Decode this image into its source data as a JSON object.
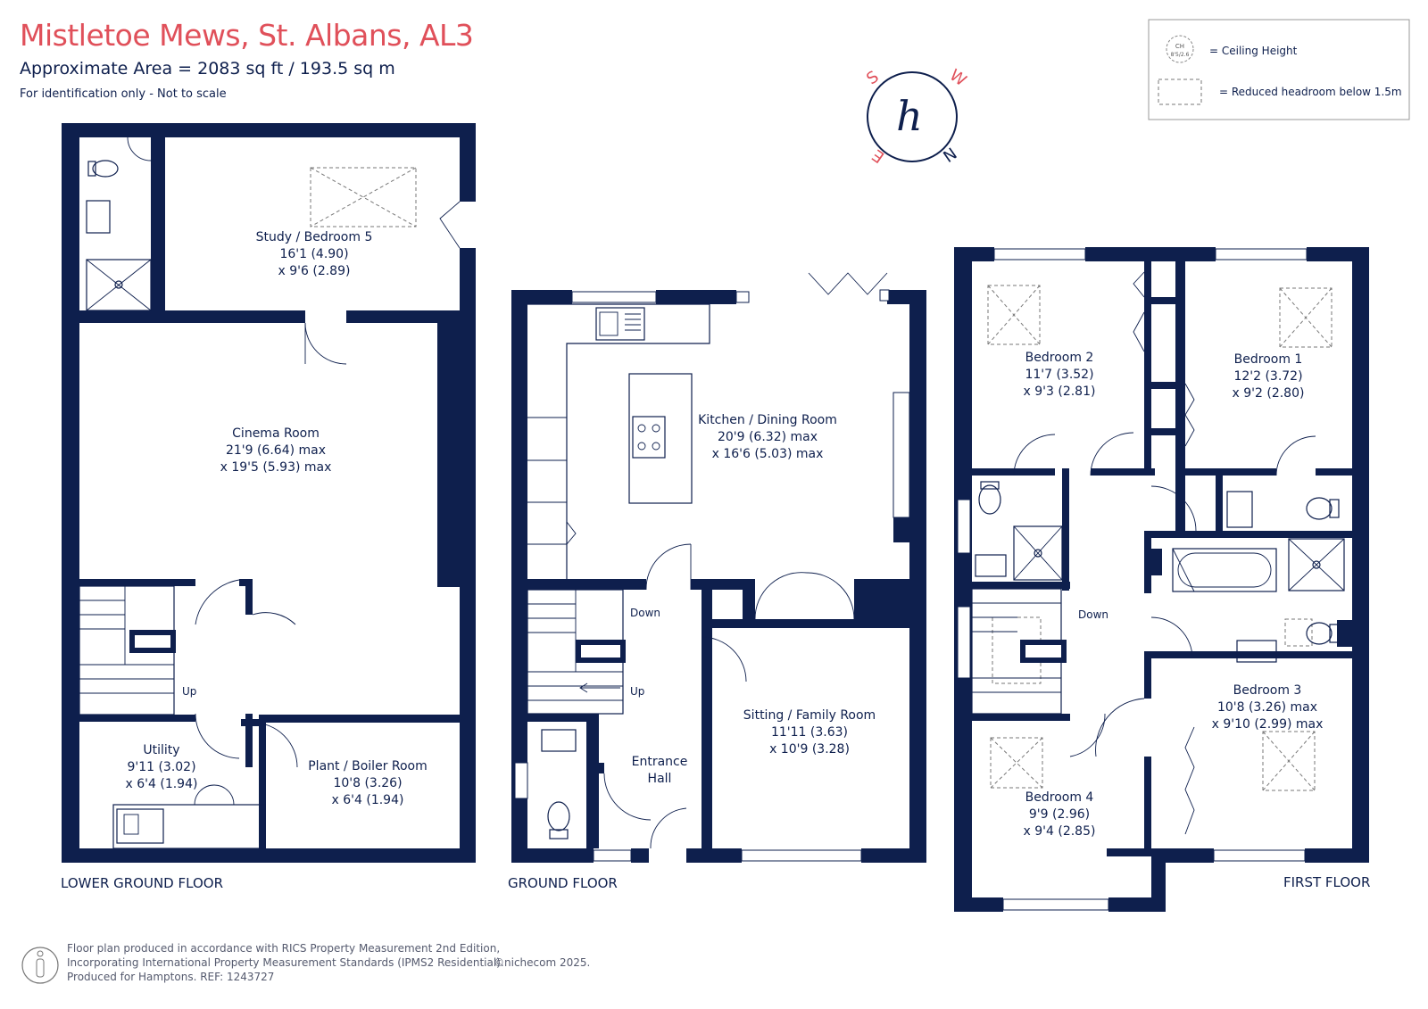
{
  "header": {
    "title": "Mistletoe Mews, St. Albans, AL3",
    "area": "Approximate Area = 2083 sq ft / 193.5 sq m",
    "note": "For identification only - Not to scale"
  },
  "legend": {
    "ceiling_symbol_top": "CH",
    "ceiling_symbol_bottom": "8'5/2.6",
    "ceiling_label": "= Ceiling Height",
    "headroom_label": "= Reduced headroom below 1.5m"
  },
  "compass": {
    "n": "N",
    "e": "E",
    "s": "S",
    "w": "W",
    "logo": "h"
  },
  "floors": {
    "lower_ground": {
      "label": "LOWER GROUND FLOOR",
      "study": {
        "name": "Study / Bedroom 5",
        "dim1": "16'1 (4.90)",
        "dim2": "x 9'6 (2.89)"
      },
      "cinema": {
        "name": "Cinema Room",
        "dim1": "21'9 (6.64) max",
        "dim2": "x 19'5 (5.93) max"
      },
      "utility": {
        "name": "Utility",
        "dim1": "9'11 (3.02)",
        "dim2": "x 6'4 (1.94)"
      },
      "plant": {
        "name": "Plant / Boiler Room",
        "dim1": "10'8 (3.26)",
        "dim2": "x 6'4 (1.94)"
      },
      "stairs_label": "Up"
    },
    "ground": {
      "label": "GROUND FLOOR",
      "kitchen": {
        "name": "Kitchen / Dining Room",
        "dim1": "20'9 (6.32) max",
        "dim2": "x 16'6 (5.03) max"
      },
      "sitting": {
        "name": "Sitting / Family Room",
        "dim1": "11'11 (3.63)",
        "dim2": "x 10'9 (3.28)"
      },
      "hall": {
        "line1": "Entrance",
        "line2": "Hall"
      },
      "down_label": "Down",
      "up_label": "Up"
    },
    "first": {
      "label": "FIRST FLOOR",
      "bed1": {
        "name": "Bedroom 1",
        "dim1": "12'2 (3.72)",
        "dim2": "x 9'2 (2.80)"
      },
      "bed2": {
        "name": "Bedroom 2",
        "dim1": "11'7 (3.52)",
        "dim2": "x 9'3 (2.81)"
      },
      "bed3": {
        "name": "Bedroom 3",
        "dim1": "10'8 (3.26) max",
        "dim2": "x 9'10 (2.99) max"
      },
      "bed4": {
        "name": "Bedroom 4",
        "dim1": "9'9 (2.96)",
        "dim2": "x 9'4 (2.85)"
      },
      "down_label": "Down"
    }
  },
  "footer": {
    "line1": "Floor plan produced in accordance with RICS Property Measurement 2nd Edition,",
    "line2": "Incorporating International Property Measurement Standards (IPMS2 Residential).",
    "line3": "Produced for Hamptons.  REF: 1243727",
    "copyright": "©nichecom 2025."
  },
  "colors": {
    "walls": "#0e1f4d",
    "title": "#e0505a"
  }
}
